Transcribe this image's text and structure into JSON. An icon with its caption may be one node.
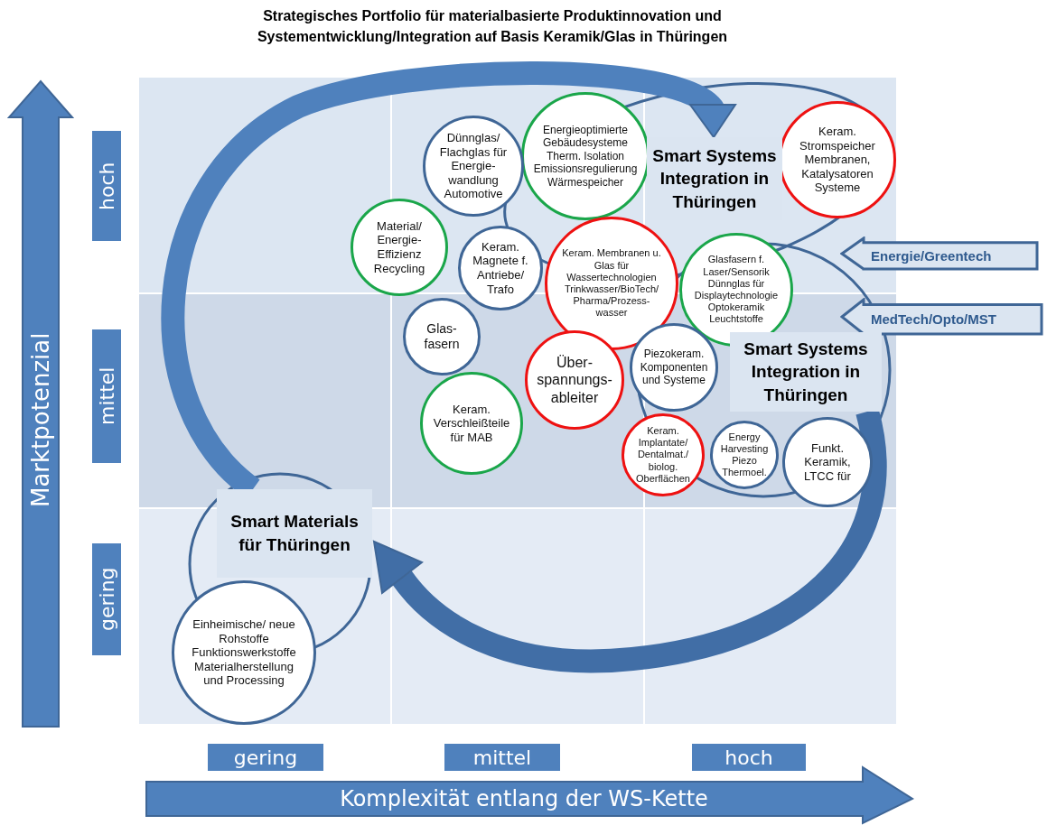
{
  "diagram": {
    "title": "Strategisches Portfolio für materialbasierte Produktinnovation und Systementwicklung/Integration auf Basis Keramik/Glas in Thüringen",
    "nodes": [
      {
        "text": [
          "Energieoptimierte Gebäudesysteme Therm. Isolation Emissionsregulierung Wärmespeicher"
        ]
      },
      {
        "text": [
          "Keram. Stromspeicher Membranen, Katalysatoren Systeme"
        ]
      },
      {
        "text": [
          "Dünnglas/ Flachglas für Energie- wandlung Automotive"
        ]
      },
      {
        "text": [
          "Smart Systems Integration in Thüringen"
        ]
      },
      {
        "text": [
          "Material/ Energie- Effizienz Recycling"
        ]
      },
      {
        "text": [
          "Keram. Magnete f. Antriebe/ Trafo"
        ]
      },
      {
        "text": [
          "Keram. Membranen u. Glas für Wassertechnologien Trinkwasser/BioTech/ Pharma/Prozess- wasser"
        ]
      },
      {
        "text": [
          "Energie/Greentech"
        ]
      },
      {
        "text": [
          "Glasfasern f. Laser/Sensorik Dünnglas für Displaytechnologie Optokeramik Leuchtstoffe"
        ]
      },
      {
        "text": [
          "MedTech/Opto/MST"
        ]
      },
      {
        "text": [
          "Glas- fasern"
        ]
      },
      {
        "text": [
          "Über- spannungs- ableiter"
        ]
      },
      {
        "text": [
          "Piezokeram. Komponenten und Systeme"
        ]
      },
      {
        "text": [
          "Smart Systems Integration in Thüringen"
        ]
      },
      {
        "text": [
          "Keram. Verschleißteile für MAB"
        ]
      },
      {
        "text": [
          "Keram. Implantate/ Dentalmat./ biolog. Oberflächen"
        ]
      },
      {
        "text": [
          "Energy Harvesting Piezo Thermoel."
        ]
      },
      {
        "text": [
          "Funkt. Keramik, LTCC für"
        ]
      },
      {
        "text": [
          "Smart Materials für Thüringen"
        ]
      },
      {
        "text": [
          "Einheimische/ neue Rohstoffe Funktionswerkstoffe Materialherstellung und Processing"
        ]
      }
    ],
    "edges": [
      {
        "from": 18,
        "to": 3,
        "arrow": "to"
      },
      {
        "from": 13,
        "to": 18,
        "arrow": "to"
      }
    ],
    "labels": [
      "Marktpotenzial",
      "hoch",
      "mittel",
      "gering",
      "gering",
      "mittel",
      "hoch",
      "Komplexität entlang der WS-Kette"
    ]
  }
}
